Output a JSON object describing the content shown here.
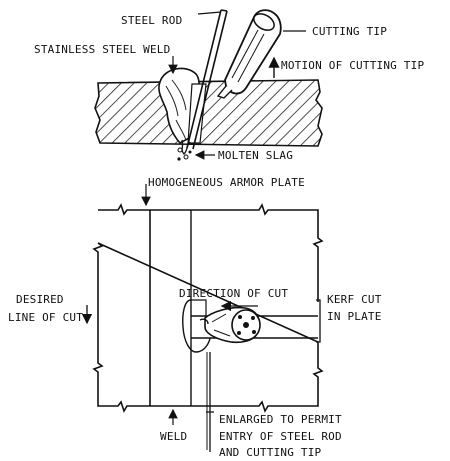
{
  "top_view": {
    "labels": {
      "steel_rod": "STEEL ROD",
      "cutting_tip": "CUTTING TIP",
      "stainless_weld": "STAINLESS STEEL WELD",
      "motion_of_tip": "MOTION OF CUTTING TIP",
      "molten_slag": "MOLTEN SLAG"
    }
  },
  "plan_view": {
    "labels": {
      "armor_plate": "HOMOGENEOUS ARMOR PLATE",
      "desired_line_1": "DESIRED",
      "desired_line_2": "LINE OF CUT",
      "direction_of_cut": "DIRECTION OF CUT",
      "kerf_1": "KERF CUT",
      "kerf_2": "IN PLATE",
      "weld": "WELD",
      "enlarged_1": "ENLARGED TO PERMIT",
      "enlarged_2": "ENTRY OF STEEL ROD",
      "enlarged_3": "AND CUTTING TIP"
    }
  }
}
